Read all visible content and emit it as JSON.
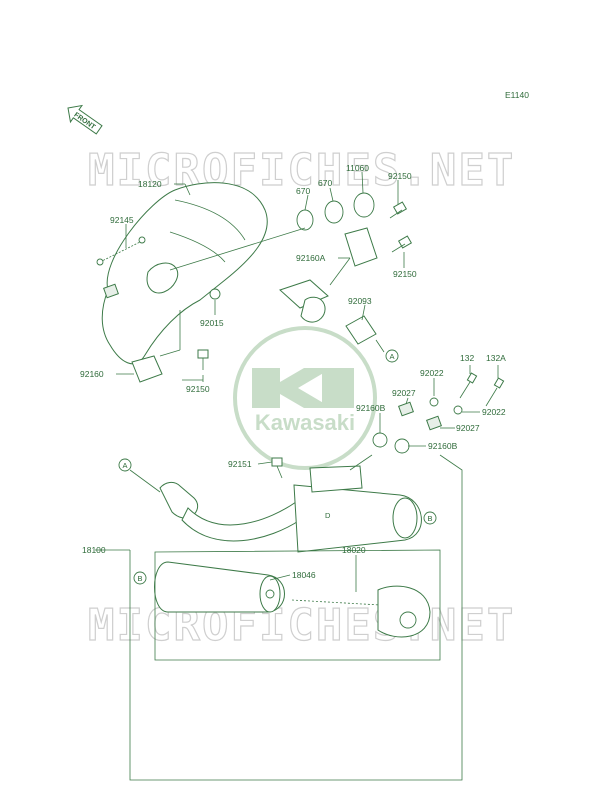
{
  "diagram_code": "E1140",
  "front_label": "FRONT",
  "watermark_text": "MICROFICHES.NET",
  "logo_text": "Kawasaki",
  "inner_mark": "D",
  "colors": {
    "line": "#3d7a48",
    "text": "#2f6b3a",
    "logo": "#c8ddc8",
    "watermark": "#cfcfcf"
  },
  "parts": {
    "p18120": "18120",
    "p670a": "670",
    "p670b": "670",
    "p11060": "11060",
    "p92150a": "92150",
    "p92145": "92145",
    "p92160A": "92160A",
    "p92150b": "92150",
    "p92093": "92093",
    "p92015": "92015",
    "p92160": "92160",
    "p92150c": "92150",
    "p92022a": "92022",
    "p132": "132",
    "p132A": "132A",
    "p92027a": "92027",
    "p92022b": "92022",
    "p92160Ba": "92160B",
    "p92027b": "92027",
    "p92160Bb": "92160B",
    "p92151": "92151",
    "p18100": "18100",
    "p18020": "18020",
    "p18046": "18046"
  },
  "refs": {
    "A": "A",
    "B": "B"
  }
}
